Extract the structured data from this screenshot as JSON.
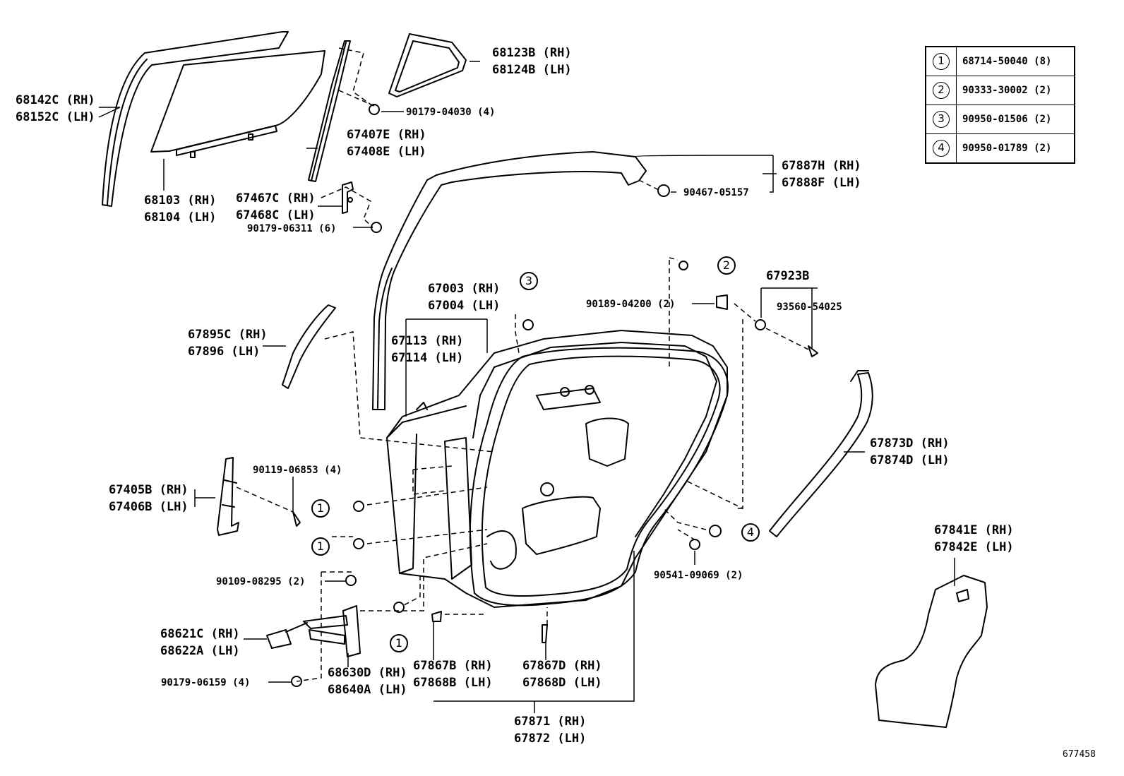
{
  "diagram_number": "677458",
  "legend": [
    {
      "ref": "1",
      "part": "68714-50040 (8)"
    },
    {
      "ref": "2",
      "part": "90333-30002 (2)"
    },
    {
      "ref": "3",
      "part": "90950-01506 (2)"
    },
    {
      "ref": "4",
      "part": "90950-01789 (2)"
    }
  ],
  "callouts": {
    "c1": "1",
    "c2": "2",
    "c3": "3",
    "c4": "4"
  },
  "labels": {
    "p68142c_rh": "68142C (RH)",
    "p68152c_lh": "68152C (LH)",
    "p68103_rh": "68103 (RH)",
    "p68104_lh": "68104 (LH)",
    "p68123b_rh": "68123B (RH)",
    "p68124b_lh": "68124B (LH)",
    "p90179_04030": "90179-04030 (4)",
    "p67407e_rh": "67407E (RH)",
    "p67408e_lh": "67408E (LH)",
    "p67467c_rh": "67467C (RH)",
    "p67468c_lh": "67468C (LH)",
    "p90179_06311": "90179-06311 (6)",
    "p67887h_rh": "67887H (RH)",
    "p67888f_lh": "67888F (LH)",
    "p90467_05157": "90467-05157",
    "p67003_rh": "67003 (RH)",
    "p67004_lh": "67004 (LH)",
    "p67113_rh": "67113 (RH)",
    "p67114_lh": "67114 (LH)",
    "p67895c_rh": "67895C (RH)",
    "p67896_lh": "67896 (LH)",
    "p90189_04200": "90189-04200 (2)",
    "p67923b": "67923B",
    "p93560_54025": "93560-54025",
    "p67873d_rh": "67873D (RH)",
    "p67874d_lh": "67874D (LH)",
    "p90119_06853": "90119-06853 (4)",
    "p67405b_rh": "67405B (RH)",
    "p67406b_lh": "67406B (LH)",
    "p67841e_rh": "67841E (RH)",
    "p67842e_lh": "67842E (LH)",
    "p90541_09069": "90541-09069 (2)",
    "p90109_08295": "90109-08295 (2)",
    "p68621c_rh": "68621C (RH)",
    "p68622a_lh": "68622A (LH)",
    "p90179_06159": "90179-06159 (4)",
    "p68630d_rh": "68630D (RH)",
    "p68640a_lh": "68640A (LH)",
    "p67867b_rh": "67867B (RH)",
    "p67868b_lh": "67868B (LH)",
    "p67867d_rh": "67867D (RH)",
    "p67868d_lh": "67868D (LH)",
    "p67871_rh": "67871 (RH)",
    "p67872_lh": "67872 (LH)"
  }
}
